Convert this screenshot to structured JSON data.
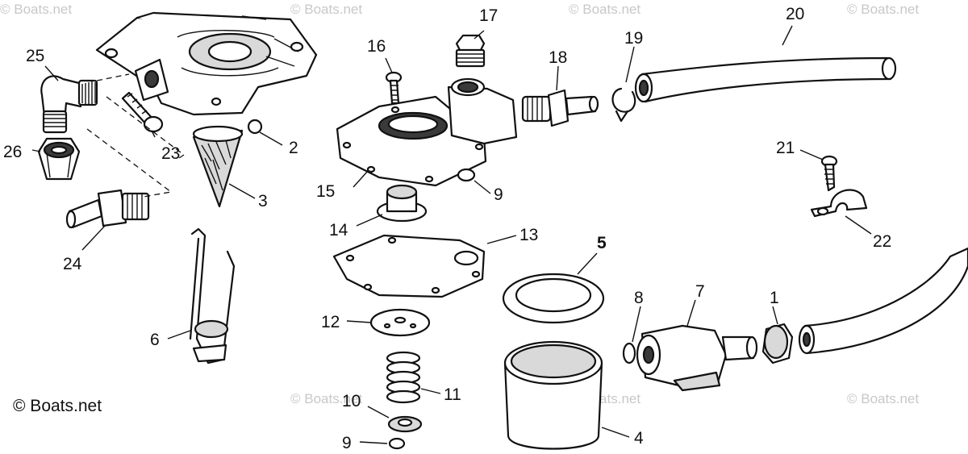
{
  "watermark": "© Boats.net",
  "copyright": "© Boats.net",
  "callouts": {
    "n1": "1",
    "n2": "2",
    "n3": "3",
    "n4": "4",
    "n5": "5",
    "n6": "6",
    "n7": "7",
    "n8": "8",
    "n9a": "9",
    "n9b": "9",
    "n10": "10",
    "n11": "11",
    "n12": "12",
    "n13": "13",
    "n14": "14",
    "n15": "15",
    "n16": "16",
    "n17": "17",
    "n18": "18",
    "n19": "19",
    "n20": "20",
    "n21": "21",
    "n22": "22",
    "n23": "23",
    "n24": "24",
    "n25": "25",
    "n26": "26"
  }
}
